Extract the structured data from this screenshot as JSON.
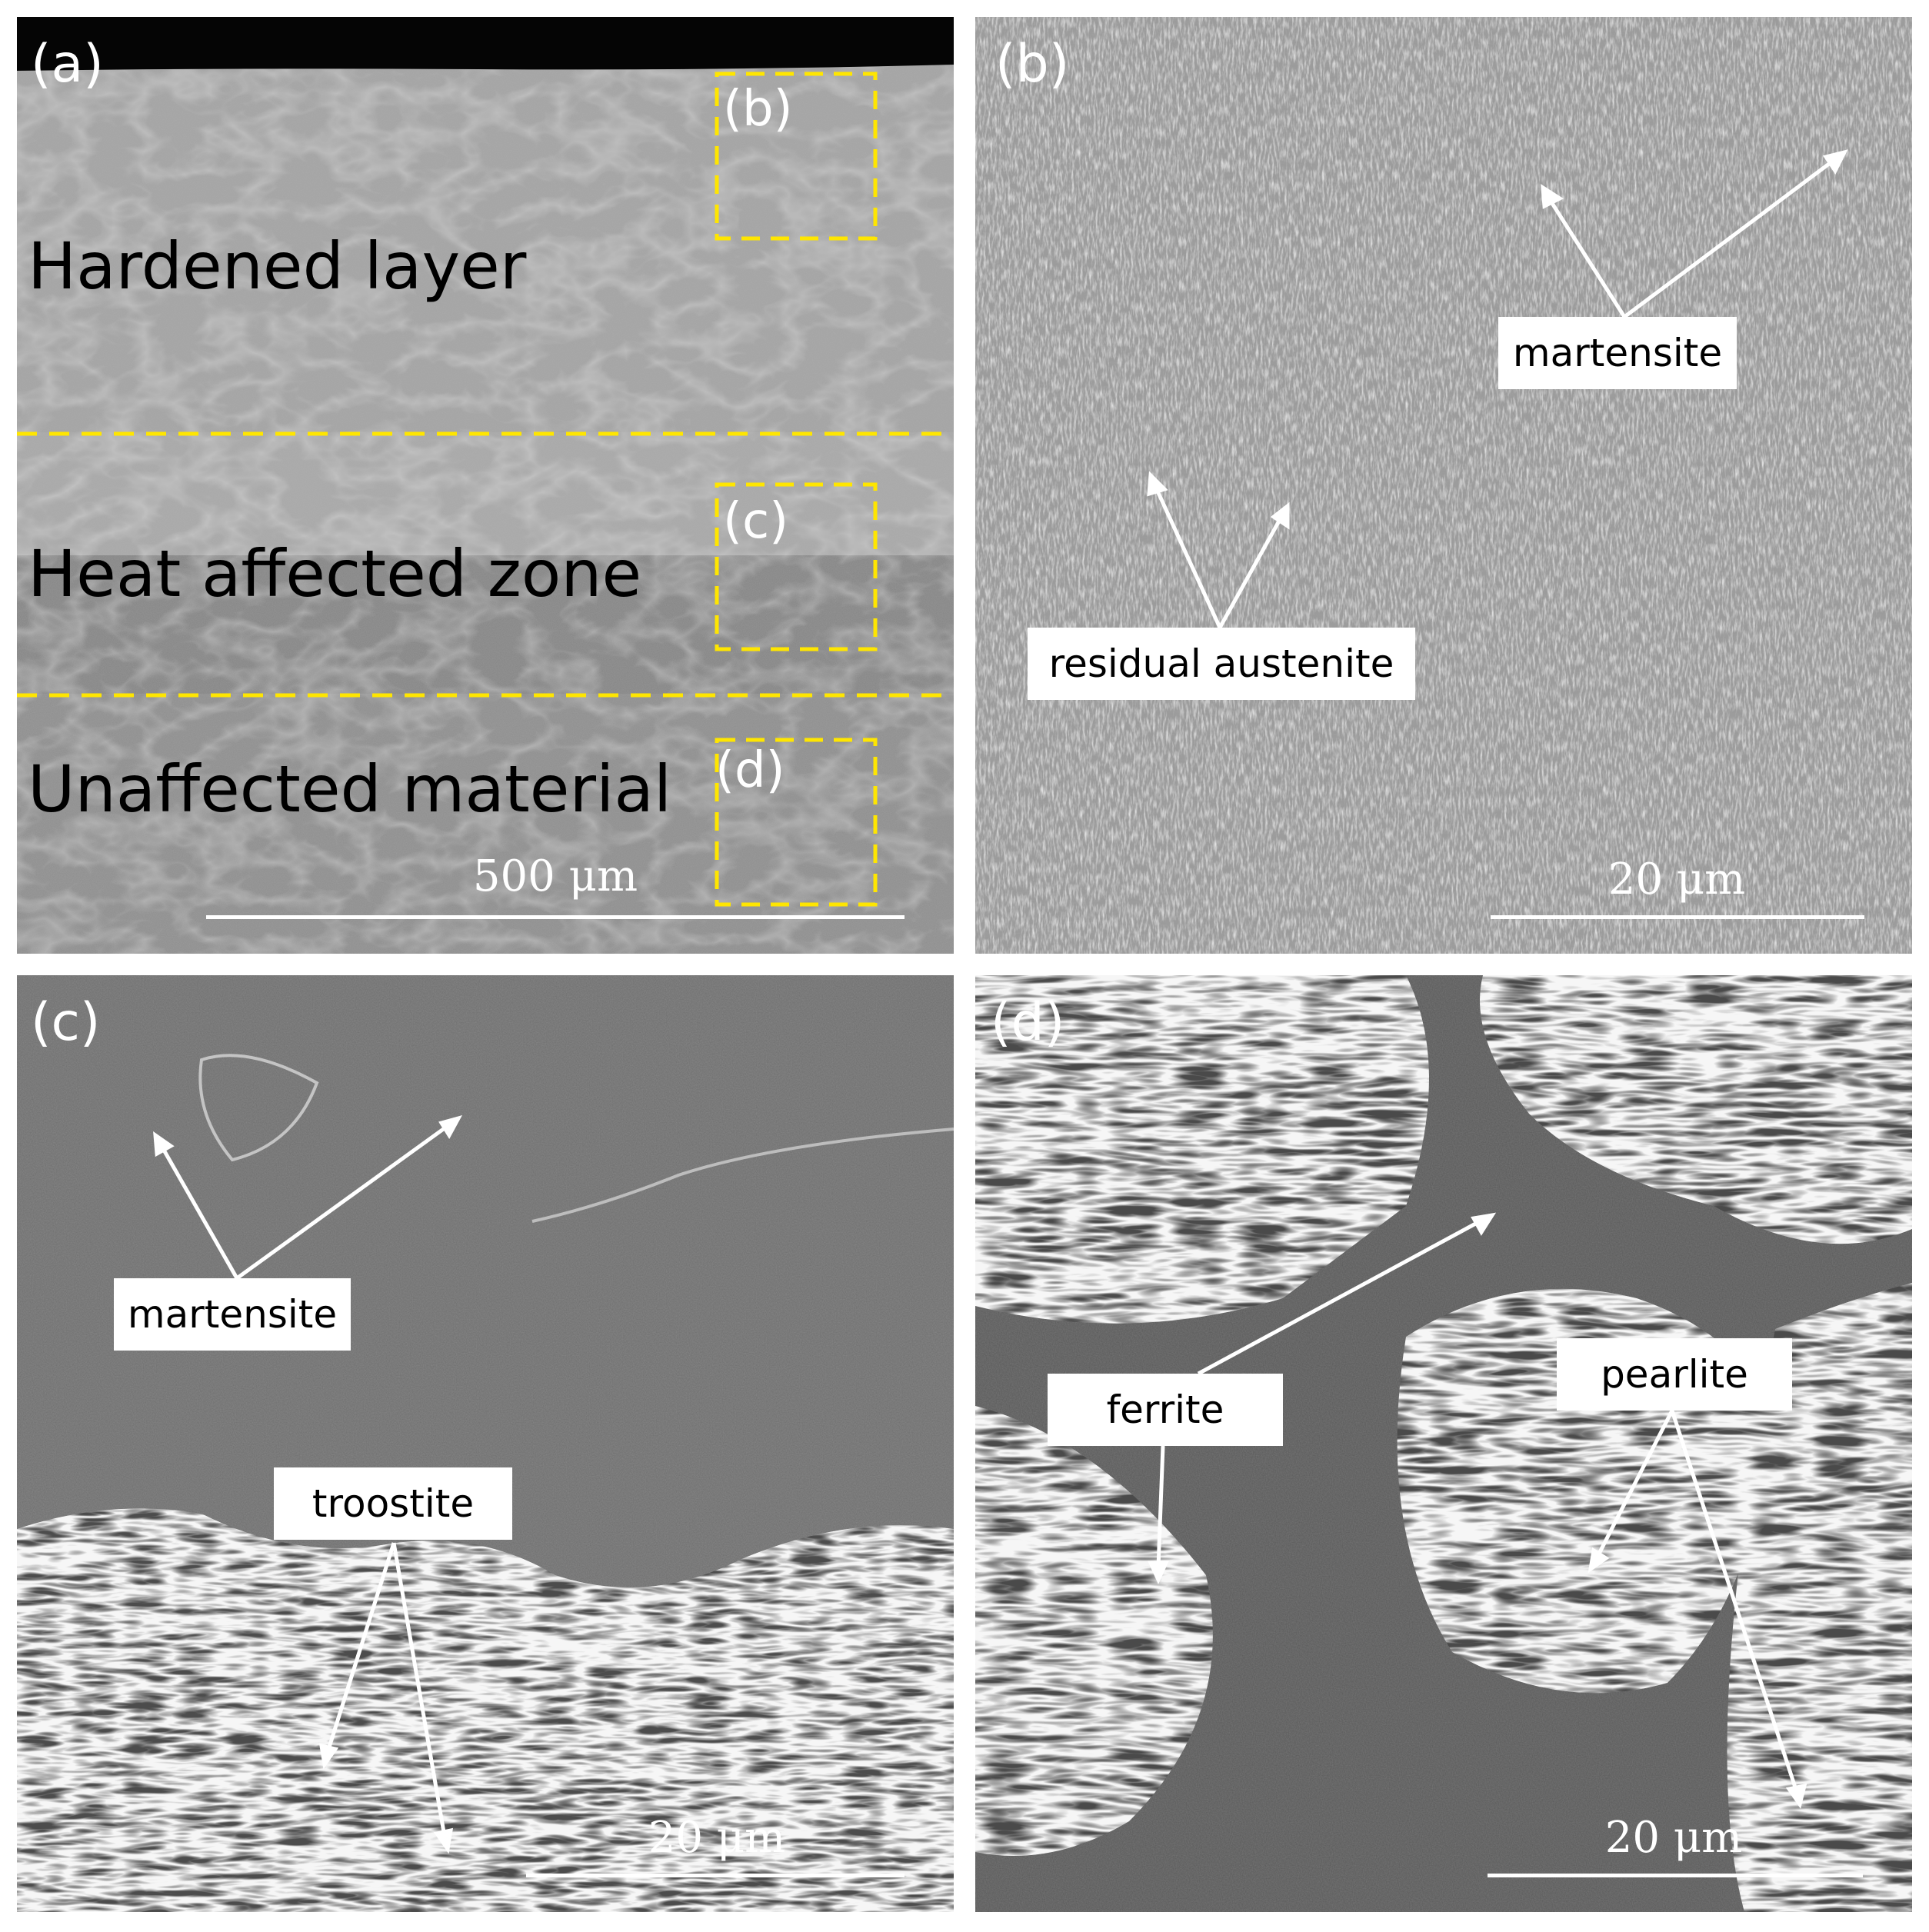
{
  "panels": {
    "a": {
      "label": "(a)",
      "zones": {
        "hardened": "Hardened layer",
        "haz": "Heat affected zone",
        "unaffected": "Unaffected material"
      },
      "boxes": {
        "b": "(b)",
        "c": "(c)",
        "d": "(d)"
      },
      "scale": "500 μm"
    },
    "b": {
      "label": "(b)",
      "tags": {
        "martensite": "martensite",
        "residual_austenite": "residual austenite"
      },
      "scale": "20 μm"
    },
    "c": {
      "label": "(c)",
      "tags": {
        "martensite": "martensite",
        "troostite": "troostite"
      },
      "scale": "20 μm"
    },
    "d": {
      "label": "(d)",
      "tags": {
        "ferrite": "ferrite",
        "pearlite": "pearlite"
      },
      "scale": "20 μm"
    }
  },
  "colors": {
    "dashed_line": "#ffe600",
    "annotation": "#ffffff",
    "micrograph_gray": "#8c8c8c"
  }
}
